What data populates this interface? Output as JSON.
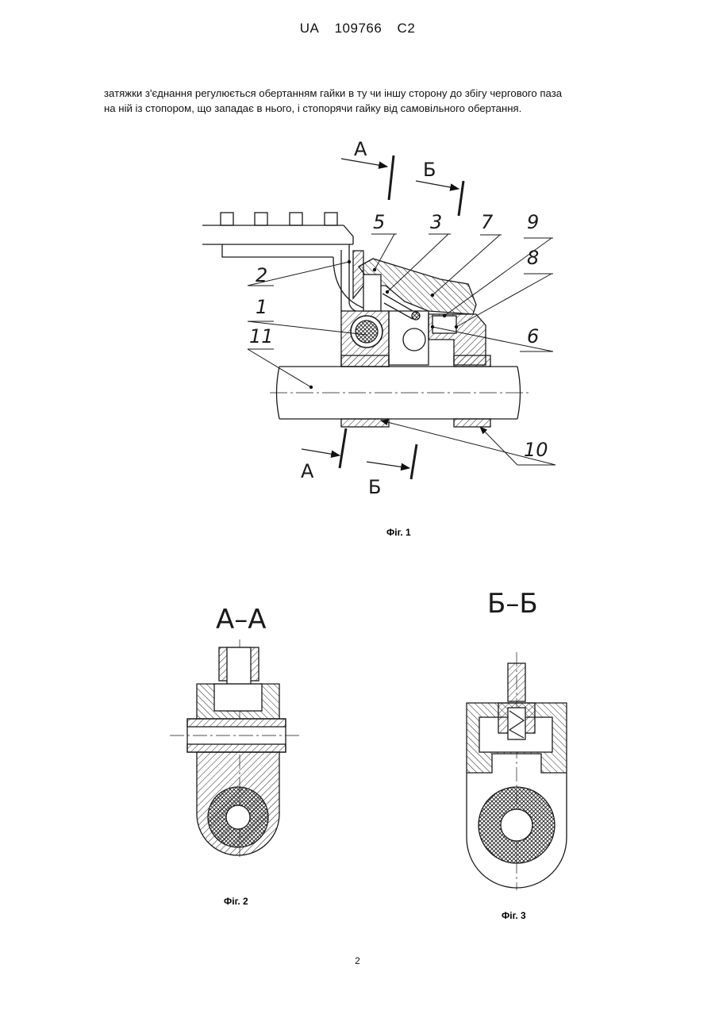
{
  "header": {
    "country": "UA",
    "number": "109766",
    "kind": "C2"
  },
  "paragraph": [
    "затяжки з'єднання регулюється обертанням гайки в ту чи іншу сторону до збігу чергового паза",
    "на ній із стопором, що западає в нього, і стопорячи гайку від самовільного обертання."
  ],
  "figure1": {
    "caption": "Фіг. 1",
    "section_marks": {
      "a": "А",
      "b": "Б"
    },
    "part_labels": {
      "p1": "1",
      "p2": "2",
      "p3": "3",
      "p5": "5",
      "p6": "6",
      "p7": "7",
      "p8": "8",
      "p9": "9",
      "p10": "10",
      "p11": "11"
    }
  },
  "figure2": {
    "caption": "Фіг. 2",
    "section_title": "А–А"
  },
  "figure3": {
    "caption": "Фіг. 3",
    "section_title": "Б–Б"
  },
  "page_number": "2"
}
